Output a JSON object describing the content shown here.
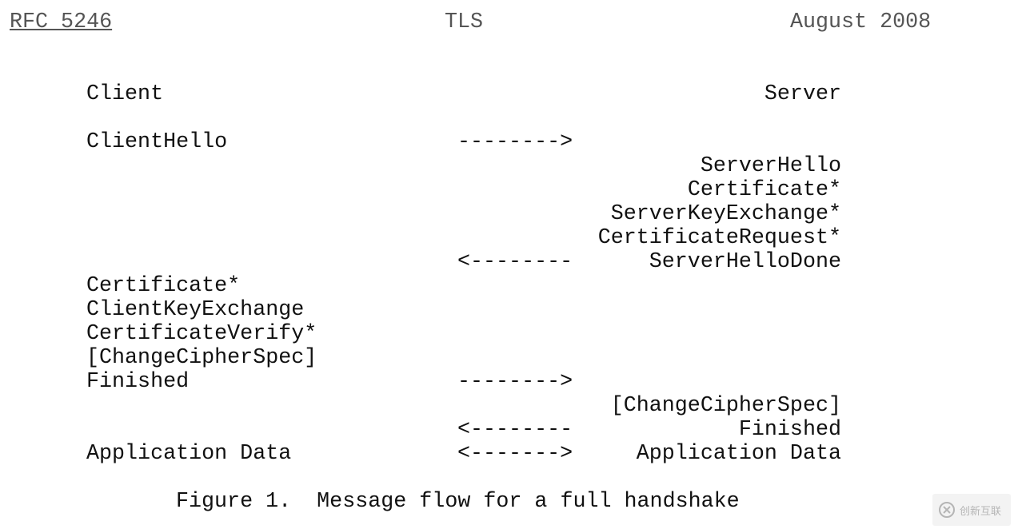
{
  "header": {
    "left": "RFC 5246",
    "center": "TLS",
    "right": "August 2008"
  },
  "columns": {
    "client": "Client",
    "server": "Server"
  },
  "rows": [
    {
      "client": "ClientHello",
      "arrow": "-------->",
      "server": ""
    },
    {
      "client": "",
      "arrow": "",
      "server": "ServerHello"
    },
    {
      "client": "",
      "arrow": "",
      "server": "Certificate*"
    },
    {
      "client": "",
      "arrow": "",
      "server": "ServerKeyExchange*"
    },
    {
      "client": "",
      "arrow": "",
      "server": "CertificateRequest*"
    },
    {
      "client": "",
      "arrow": "<--------",
      "server": "ServerHelloDone"
    },
    {
      "client": "Certificate*",
      "arrow": "",
      "server": ""
    },
    {
      "client": "ClientKeyExchange",
      "arrow": "",
      "server": ""
    },
    {
      "client": "CertificateVerify*",
      "arrow": "",
      "server": ""
    },
    {
      "client": "[ChangeCipherSpec]",
      "arrow": "",
      "server": ""
    },
    {
      "client": "Finished",
      "arrow": "-------->",
      "server": ""
    },
    {
      "client": "",
      "arrow": "",
      "server": "[ChangeCipherSpec]"
    },
    {
      "client": "",
      "arrow": "<--------",
      "server": "Finished"
    },
    {
      "client": "Application Data",
      "arrow": "<------->",
      "server": "Application Data"
    }
  ],
  "caption": "Figure 1.  Message flow for a full handshake",
  "watermark": {
    "text": "创新互联",
    "icon": "brand-logo-icon",
    "color": "#b5b5b5"
  }
}
